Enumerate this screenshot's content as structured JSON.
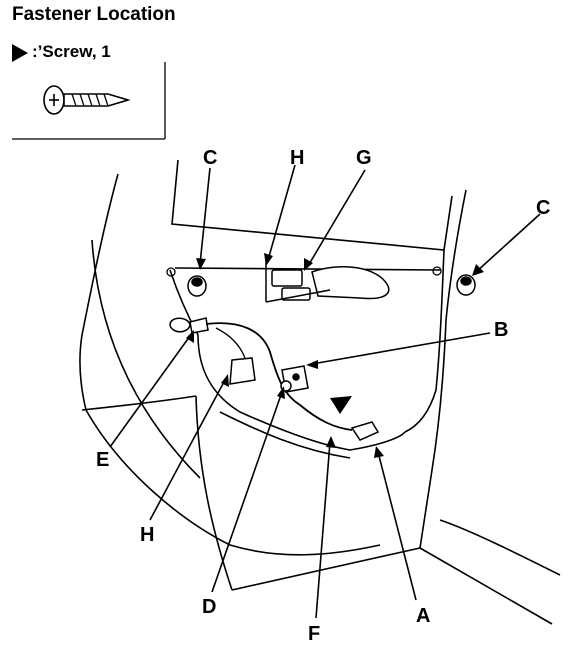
{
  "header": {
    "title": "Fastener Location",
    "screw_label": ":’Screw, 1"
  },
  "callouts": {
    "A": "A",
    "B": "B",
    "C": "C",
    "D": "D",
    "E": "E",
    "F": "F",
    "G": "G",
    "H": "H"
  },
  "icons": {
    "screw_marker": "triangle-icon",
    "screw_symbol": "screw-icon"
  },
  "colors": {
    "ink": "#000000",
    "paper": "#ffffff"
  }
}
